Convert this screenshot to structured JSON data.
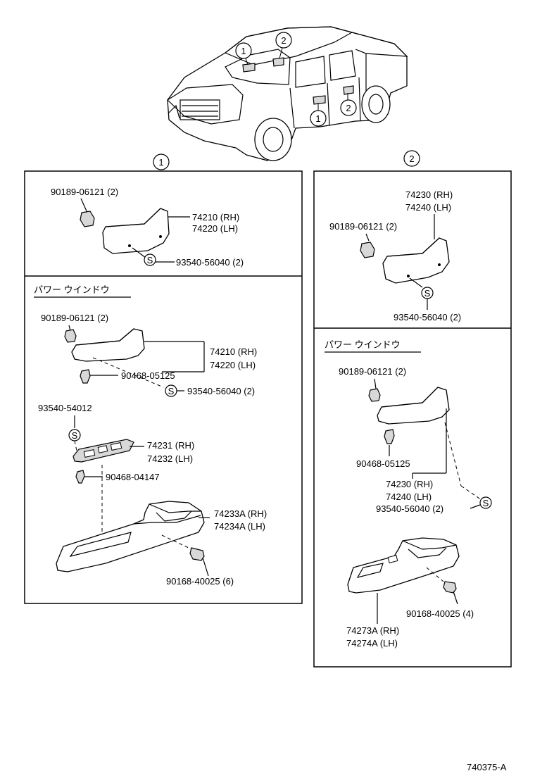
{
  "callouts": {
    "one": "1",
    "two": "2"
  },
  "screw_symbol": "S",
  "panel1": {
    "clip": "90189-06121 (2)",
    "handle_rh": "74210 (RH)",
    "handle_lh": "74220 (LH)",
    "screw": "93540-56040 (2)"
  },
  "panel2": {
    "handle_rh": "74230 (RH)",
    "handle_lh": "74240 (LH)",
    "clip": "90189-06121 (2)",
    "screw": "93540-56040 (2)"
  },
  "panel1_power": {
    "heading": "パワー ウインドウ",
    "clip": "90189-06121 (2)",
    "handle_rh": "74210 (RH)",
    "handle_lh": "74220 (LH)",
    "retainer": "90468-05125",
    "screw": "93540-56040 (2)",
    "switch_screw": "93540-54012",
    "switch_rh": "74231 (RH)",
    "switch_lh": "74232 (LH)",
    "switch_clip": "90468-04147",
    "base_rh": "74233A (RH)",
    "base_lh": "74234A (LH)",
    "bolt": "90168-40025 (6)"
  },
  "panel2_power": {
    "heading": "パワー ウインドウ",
    "clip": "90189-06121 (2)",
    "retainer": "90468-05125",
    "handle_rh": "74230 (RH)",
    "handle_lh": "74240 (LH)",
    "screw": "93540-56040 (2)",
    "bolt": "90168-40025 (4)",
    "base_rh": "74273A (RH)",
    "base_lh": "74274A (LH)"
  },
  "footer": {
    "code": "740375-A"
  }
}
